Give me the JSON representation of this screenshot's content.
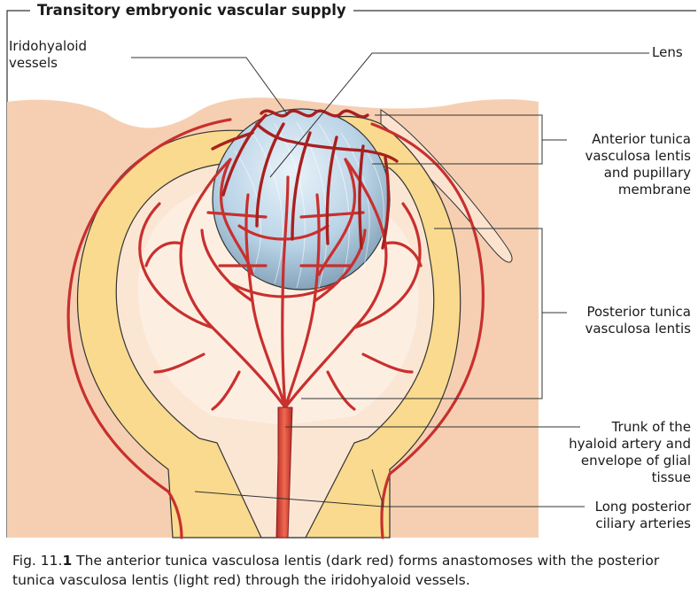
{
  "title": "Transitory embryonic vascular supply",
  "labels": {
    "iridohyaloid": [
      "Iridohyaloid",
      "vessels"
    ],
    "lens": [
      "Lens"
    ],
    "anterior": [
      "Anterior tunica",
      "vasculosa lentis",
      "and pupillary",
      "membrane"
    ],
    "posterior": [
      "Posterior tunica",
      "vasculosa lentis"
    ],
    "trunk": [
      "Trunk of the",
      "hyaloid artery and",
      "envelope of glial",
      "tissue"
    ],
    "ciliary": [
      "Long posterior",
      "ciliary arteries"
    ]
  },
  "caption": {
    "prefix": "Fig. 11.",
    "number": "1",
    "text": "   The anterior tunica vasculosa lentis (dark red) forms anastomoses with the posterior tunica vasculosa lentis (light red) through the iridohyaloid vessels."
  },
  "colors": {
    "tissue": "#f6cfb2",
    "yellow": "#f9da8e",
    "vessel": "#c8302e",
    "vessel_light": "#e45a45",
    "lens": "#b9d3e6"
  }
}
